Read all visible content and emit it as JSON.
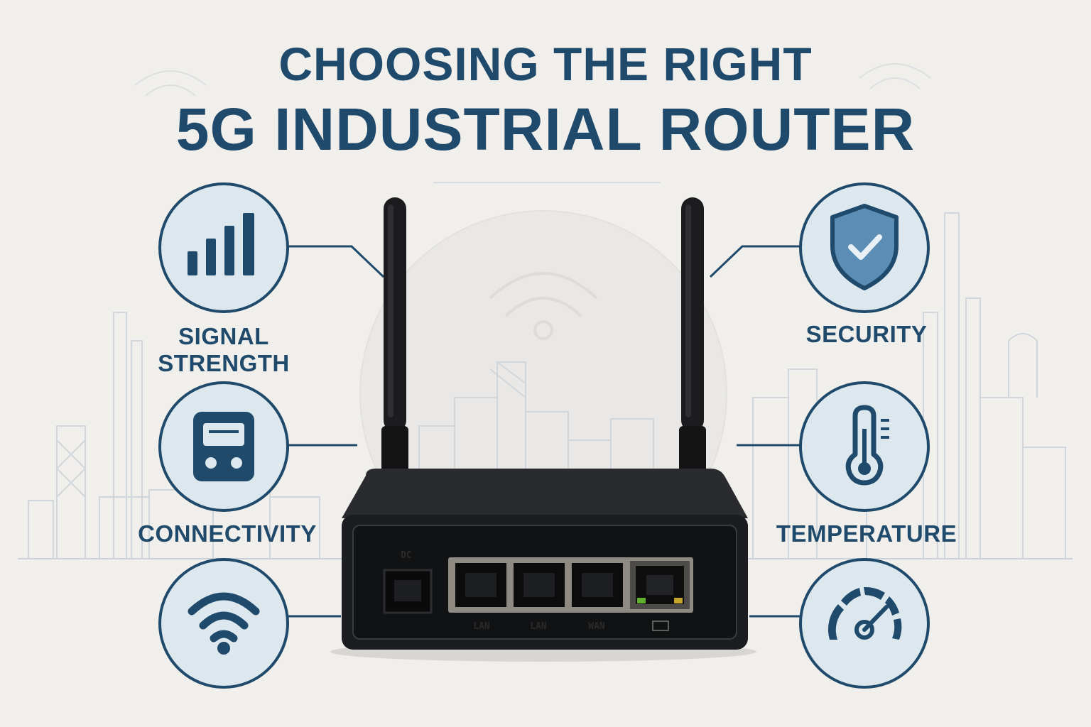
{
  "header": {
    "line1": "CHOOSING THE RIGHT",
    "line2": "5G INDUSTRIAL ROUTER"
  },
  "features": {
    "signal_strength": {
      "line1": "SIGNAL",
      "line2": "STRENGTH",
      "icon": "signal-bars-icon"
    },
    "connectivity": {
      "label": "CONNECTIVITY",
      "icon": "modem-icon"
    },
    "wifi": {
      "icon": "wifi-icon"
    },
    "security": {
      "label": "SECURITY",
      "icon": "shield-check-icon"
    },
    "temperature": {
      "label": "TEMPERATURE",
      "icon": "thermometer-icon"
    },
    "speed": {
      "icon": "speedometer-icon"
    }
  },
  "router": {
    "power_label": "DC",
    "ports": [
      "LAN",
      "LAN",
      "WAN"
    ]
  },
  "colors": {
    "navy": "#1f4a6b",
    "circle_fill": "#dde7ee",
    "background": "#f1efeb",
    "router": "#1b1d20"
  }
}
